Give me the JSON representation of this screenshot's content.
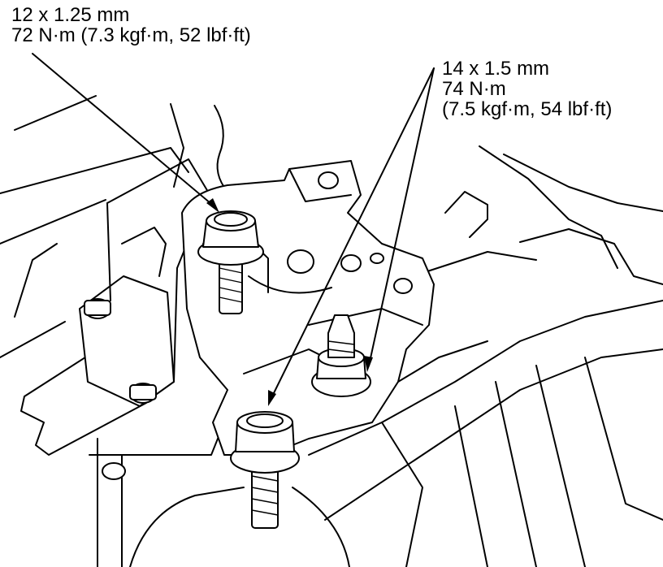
{
  "callouts": [
    {
      "id": "upper-left-bolt",
      "lines": [
        "12 x 1.25 mm",
        "72 N·m (7.3 kgf·m, 52 lbf·ft)"
      ]
    },
    {
      "id": "stud-and-lower-bolt",
      "lines": [
        "14 x 1.5 mm",
        "74 N·m",
        "(7.5 kgf·m, 54 lbf·ft)"
      ]
    }
  ],
  "colors": {
    "ink": "#000000",
    "paper": "#ffffff"
  }
}
